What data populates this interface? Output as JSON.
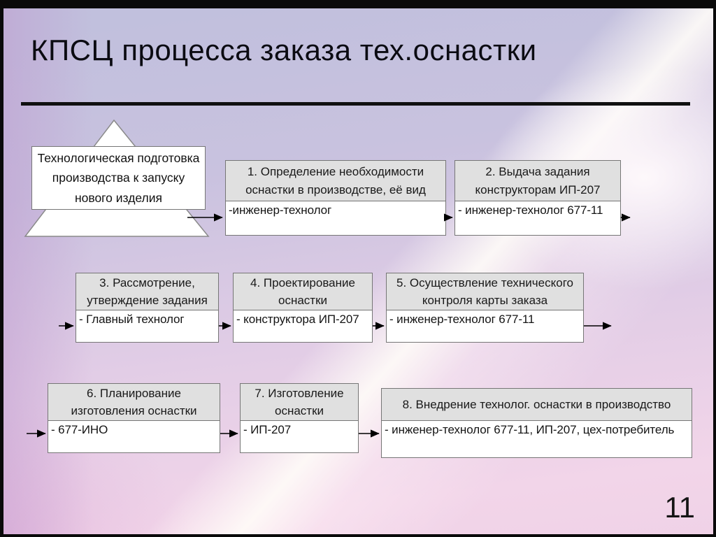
{
  "slide": {
    "title": "КПСЦ процесса заказа тех.оснастки",
    "page_number": "11"
  },
  "callout": {
    "text": "Технологическая подготовка производства к запуску нового изделия"
  },
  "steps": [
    {
      "title": "1. Определение необходимости оснастки в производстве, её вид",
      "role": "-инженер-технолог"
    },
    {
      "title": "2. Выдача задания конструкторам ИП-207",
      "role": "- инженер-технолог 677-11"
    },
    {
      "title": "3. Рассмотрение, утверждение задания",
      "role": "- Главный технолог"
    },
    {
      "title": "4. Проектирование оснастки",
      "role": "- конструктора ИП-207"
    },
    {
      "title": "5. Осуществление технического контроля карты заказа",
      "role": "- инженер-технолог 677-11"
    },
    {
      "title": "6. Планирование изготовления оснастки",
      "role": "- 677-ИНО"
    },
    {
      "title": "7. Изготовление оснастки",
      "role": "- ИП-207"
    },
    {
      "title": "8. Внедрение технолог. оснастки в производство",
      "role": "- инженер-технолог 677-11, ИП-207, цех-потребитель"
    }
  ],
  "colors": {
    "step_header_fill": "#e0e0e0",
    "step_body_fill": "#ffffff",
    "box_border": "#767676",
    "arrow": "#000000",
    "frame": "#0a0a0a"
  }
}
